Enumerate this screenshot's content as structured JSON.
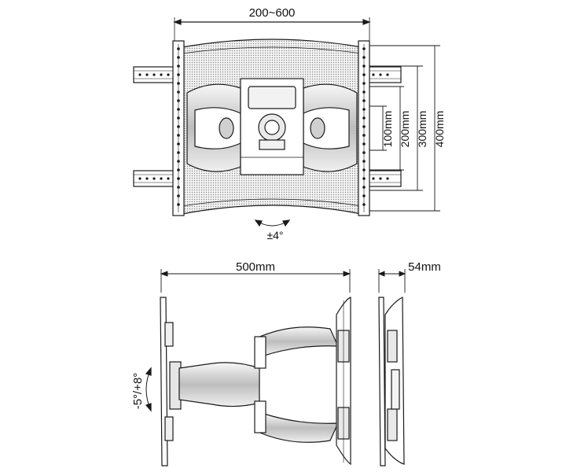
{
  "front_view": {
    "width_range_label": "200~600",
    "vertical_dims": [
      "100mm",
      "200mm",
      "300mm",
      "400mm"
    ],
    "tilt_label": "±4°"
  },
  "side_view": {
    "extension_label": "500mm",
    "depth_label": "54mm",
    "tilt_label": "-5°/+8°"
  },
  "colors": {
    "line": "#1a1a1a",
    "hatch": "#9a9a9a",
    "fill_light": "#eeeeee",
    "fill_mid": "#cfcfcf"
  }
}
